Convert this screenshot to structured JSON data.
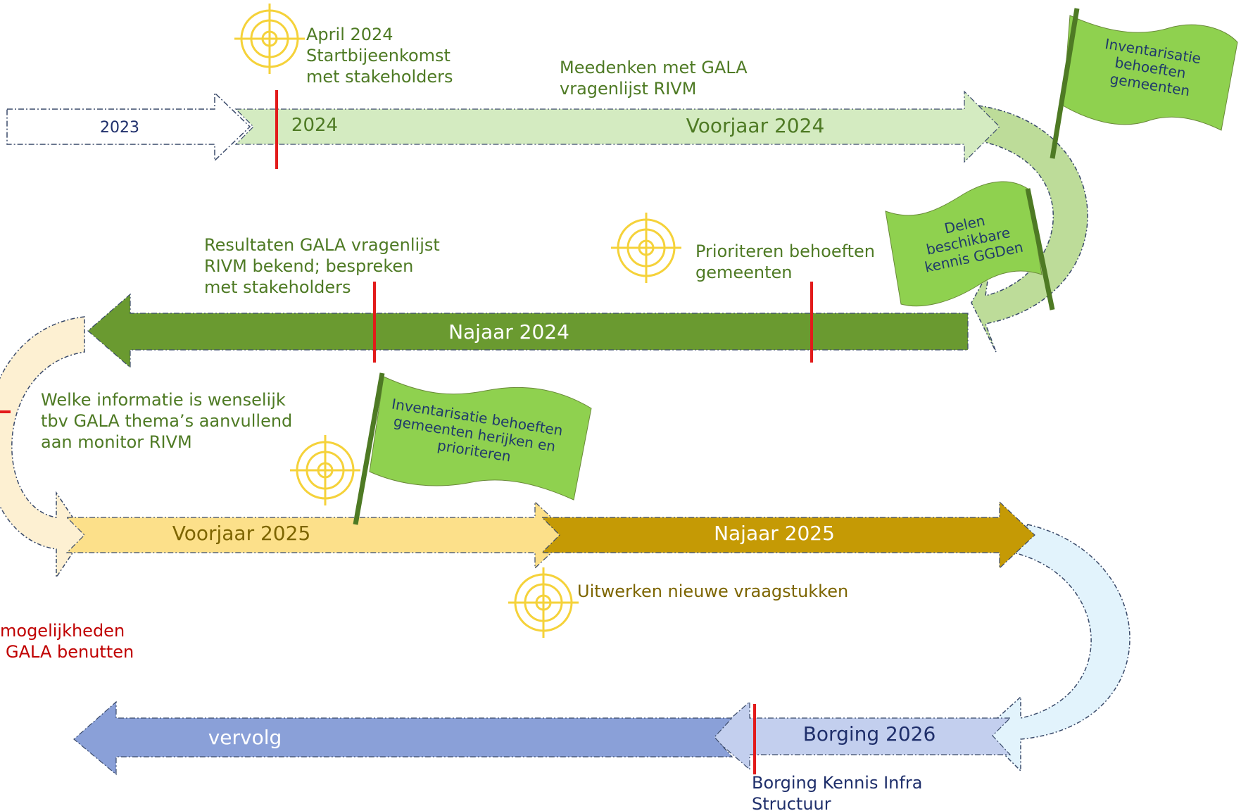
{
  "colors": {
    "row1_band": "#d4ebc1",
    "row1_curve": "#bddc99",
    "row2_band": "#6a9a30",
    "row3_left": "#fce08a",
    "row3_right": "#c59a05",
    "row3_curve": "#fdf0d2",
    "row4_left": "#8aa0d8",
    "row4_right": "#c3cfee",
    "row4_curve": "#e2f3fc",
    "milestone": "#e21b1b",
    "target": "#f5d23a",
    "flag": "#8fd14f",
    "pole": "#4e7a24",
    "green_text": "#4e7a24",
    "olive_text": "#7d6500",
    "navy_text": "#1f2f6b",
    "red_text": "#c00000"
  },
  "row1": {
    "year_2023": "2023",
    "year_2024": "2024",
    "period": "Voorjaar 2024",
    "milestone_text": [
      "April 2024",
      "Startbijeenkomst",
      "met stakeholders"
    ],
    "activity_text": [
      "Meedenken met GALA",
      "vragenlijst RIVM"
    ],
    "flag_text": [
      "Inventarisatie",
      "behoeften",
      "gemeenten"
    ]
  },
  "row2": {
    "period": "Najaar 2024",
    "results_text": [
      "Resultaten GALA vragenlijst",
      "RIVM bekend; bespreken",
      "met stakeholders"
    ],
    "prioritize_text": [
      "Prioriteren behoeften",
      "gemeenten"
    ],
    "flag_text": [
      "Delen",
      "beschikbare",
      "kennis GGDen"
    ]
  },
  "row3": {
    "question_text": [
      "Welke informatie is wenselijk",
      "tbv GALA thema’s aanvullend",
      "aan monitor RIVM"
    ],
    "period_left": "Voorjaar 2025",
    "period_right": "Najaar 2025",
    "flag_text": [
      "Inventarisatie behoeften",
      "gemeenten herijken en",
      "prioriteren"
    ],
    "elaborate_text": "Uitwerken nieuwe vraagstukken",
    "possibilities_text": [
      "mogelijkheden",
      "GALA benutten"
    ]
  },
  "row4": {
    "vervolg": "vervolg",
    "borging": "Borging 2026",
    "borging_text": [
      "Borging Kennis Infra",
      "Structuur"
    ]
  }
}
